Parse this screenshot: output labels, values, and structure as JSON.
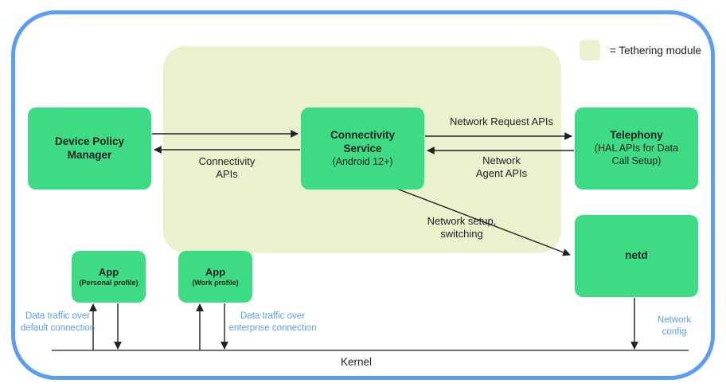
{
  "legend": {
    "icon": "color-swatch",
    "text": "= Tethering module"
  },
  "nodes": {
    "device_policy_manager": {
      "title": "Device Policy",
      "title2": "Manager"
    },
    "connectivity_service": {
      "title": "Connectivity",
      "title2": "Service",
      "subtitle": "(Android 12+)"
    },
    "telephony": {
      "title": "Telephony",
      "subtitle": "(HAL APIs for Data",
      "subtitle2": "Call Setup)"
    },
    "netd": {
      "title": "netd"
    },
    "app_personal": {
      "title": "App",
      "subtitle": "(Personal profile)"
    },
    "app_work": {
      "title": "App",
      "subtitle": "(Work profile)"
    }
  },
  "edges": {
    "connectivity_apis": "Connectivity\nAPIs",
    "network_request_apis": "Network Request APIs",
    "network_agent_apis": "Network\nAgent APIs",
    "network_setup_switching": "Network setup,\nswitching"
  },
  "annotations": {
    "default_connection": "Data traffic over\ndefault connection",
    "enterprise_connection": "Data traffic over\nenterprise connection",
    "network_config": "Network\nconfig"
  },
  "kernel": {
    "label": "Kernel"
  },
  "colors": {
    "node_green": "#3ddc84",
    "tethering_region": "#e9f2cd",
    "frame_blue": "#5b9cf5",
    "annotation_blue": "#5b9cf5",
    "text": "#202124"
  }
}
